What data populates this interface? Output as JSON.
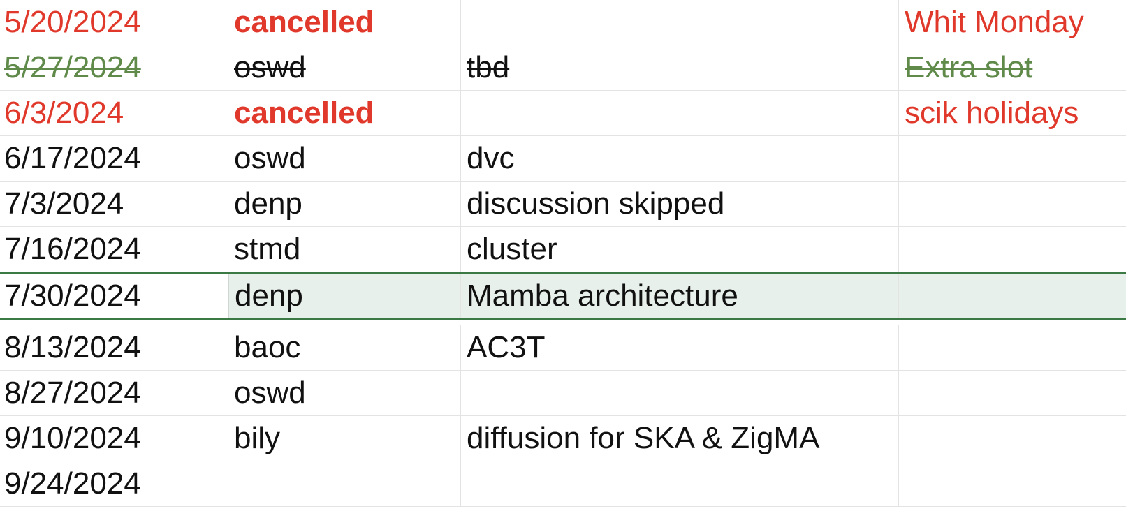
{
  "colors": {
    "cancelled": "#e0392b",
    "struck_green": "#5f8a4a",
    "selection_border": "#3b7a45",
    "selection_fill": "#e8f0eb"
  },
  "rows": [
    {
      "date": "5/20/2024",
      "presenter": "cancelled",
      "topic": "",
      "note": "Whit Monday"
    },
    {
      "date": "5/27/2024",
      "presenter": "oswd",
      "topic": "tbd",
      "note": "Extra slot"
    },
    {
      "date": "6/3/2024",
      "presenter": "cancelled",
      "topic": "",
      "note": "scik holidays"
    },
    {
      "date": "6/17/2024",
      "presenter": "oswd",
      "topic": "dvc",
      "note": ""
    },
    {
      "date": "7/3/2024",
      "presenter": "denp",
      "topic": "discussion skipped",
      "note": ""
    },
    {
      "date": "7/16/2024",
      "presenter": "stmd",
      "topic": "cluster",
      "note": ""
    },
    {
      "date": "7/30/2024",
      "presenter": "denp",
      "topic": "Mamba architecture",
      "note": ""
    },
    {
      "date": "8/13/2024",
      "presenter": "baoc",
      "topic": "AC3T",
      "note": ""
    },
    {
      "date": "8/27/2024",
      "presenter": "oswd",
      "topic": "",
      "note": ""
    },
    {
      "date": "9/10/2024",
      "presenter": "bily",
      "topic": "diffusion for SKA & ZigMA",
      "note": ""
    },
    {
      "date": "9/24/2024",
      "presenter": "",
      "topic": "",
      "note": ""
    }
  ]
}
